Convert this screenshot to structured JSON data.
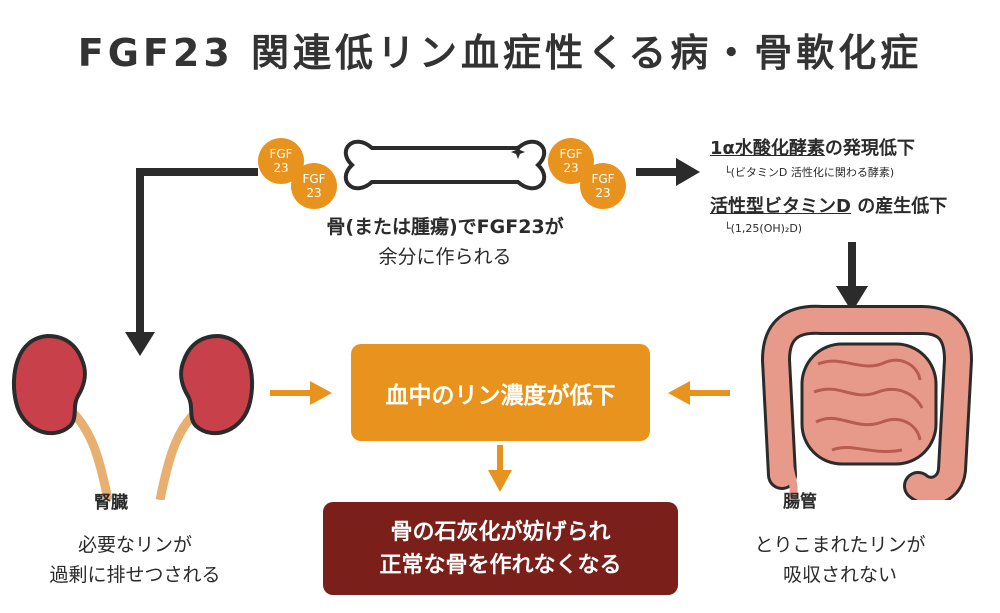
{
  "title": "FGF23 関連低リン血症性くる病・骨軟化症",
  "fgf_badge": {
    "line1": "FGF",
    "line2": "23"
  },
  "bone_caption": {
    "line1": "骨(または腫瘍)でFGF23が",
    "line2": "余分に作られる"
  },
  "effects": {
    "enzyme_prefix": "1α水酸化酵素",
    "enzyme_suffix": "の発現低下",
    "enzyme_note": "(ビタミンD 活性化に関わる酵素)",
    "vitd_prefix": "活性型ビタミンD",
    "vitd_suffix": " の産生低下",
    "vitd_note": "(1,25(OH)₂D)"
  },
  "center_box": "血中のリン濃度が低下",
  "result_box": {
    "line1": "骨の石灰化が妨げられ",
    "line2": "正常な骨を作れなくなる"
  },
  "kidney": {
    "label": "腎臓",
    "caption_line1": "必要なリンが",
    "caption_line2": "過剰に排せつされる"
  },
  "intestine": {
    "label": "腸管",
    "caption_line1": "とりこまれたリンが",
    "caption_line2": "吸収されない"
  },
  "colors": {
    "orange": "#e8931e",
    "dark_red": "#7a1f1a",
    "kidney_red": "#c8404a",
    "arrow_dark": "#2b2b2b",
    "intestine": "#e89a8a"
  }
}
